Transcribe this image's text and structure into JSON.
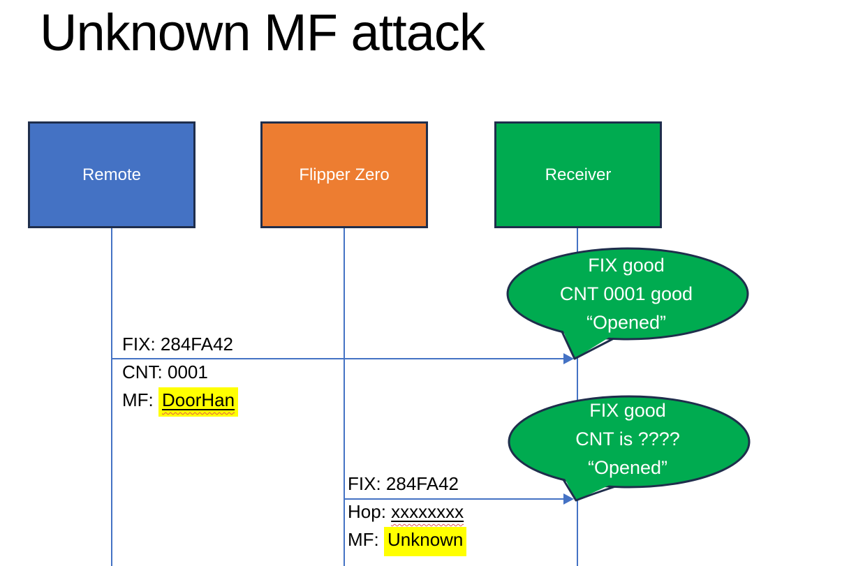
{
  "title": "Unknown MF attack",
  "actors": [
    {
      "label": "Remote",
      "fill": "#4472C4"
    },
    {
      "label": "Flipper Zero",
      "fill": "#ED7D31"
    },
    {
      "label": "Receiver",
      "fill": "#00AB50"
    }
  ],
  "messages": [
    {
      "above": "FIX: 284FA42",
      "line2": "CNT: 0001",
      "line3_prefix": "MF: ",
      "line3_value": "DoorHan"
    },
    {
      "above": "FIX: 284FA42",
      "line2_prefix": "Hop: ",
      "line2_value": "xxxxxxxx",
      "line3_prefix": "MF: ",
      "line3_value": "Unknown"
    }
  ],
  "callouts": [
    {
      "lines": [
        "FIX good",
        "CNT 0001 good",
        "“Opened”"
      ]
    },
    {
      "lines": [
        "FIX good",
        "CNT is ????",
        "“Opened”"
      ]
    }
  ],
  "colors": {
    "accent_blue": "#4472C4",
    "accent_orange": "#ED7D31",
    "accent_green": "#00AB50",
    "border_navy": "#1F2E4C",
    "connector_blue": "#4472C4",
    "highlight_yellow": "#FFFF00",
    "spellcheck_red": "#E05252",
    "text_white": "#FFFFFF",
    "text_black": "#000000"
  }
}
